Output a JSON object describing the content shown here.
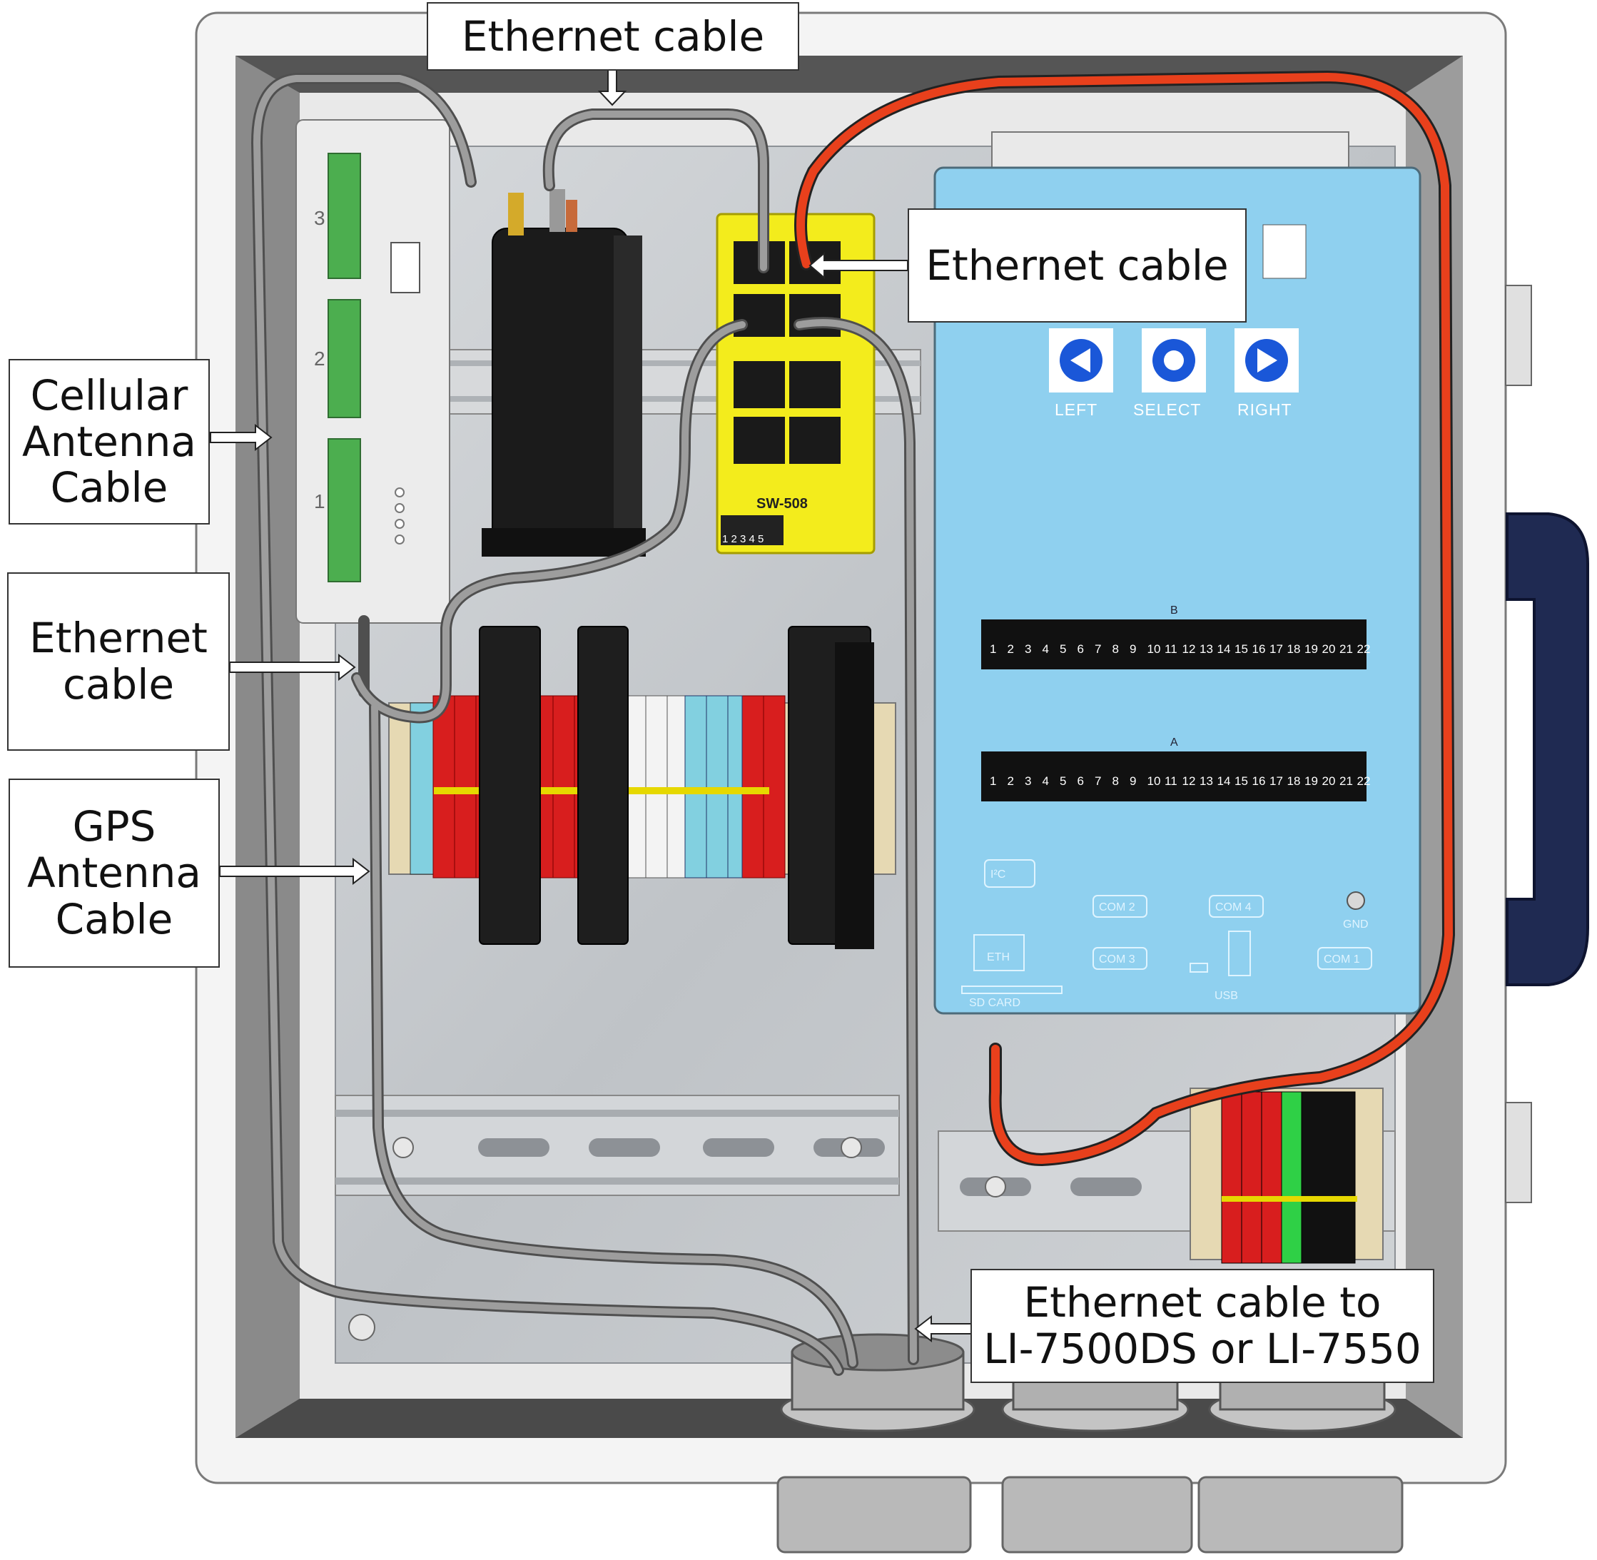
{
  "callouts": {
    "top": [
      "Ethernet cable"
    ],
    "right_switch": [
      "Ethernet cable"
    ],
    "cellular": [
      "Cellular",
      "Antenna",
      "Cable"
    ],
    "ethernet_left": [
      "Ethernet",
      "cable"
    ],
    "gps": [
      "GPS",
      "Antenna",
      "Cable"
    ],
    "bottom": [
      "Ethernet cable to",
      "LI-7500DS or LI-7550"
    ]
  },
  "switch": {
    "model": "SW-508",
    "dip_labels": "1 2 3 4 5"
  },
  "datalogger": {
    "buttons": {
      "left": "LEFT",
      "select": "SELECT",
      "right": "RIGHT"
    },
    "row_b_label": "B",
    "row_a_label": "A",
    "terminal_numbers": [
      "1",
      "2",
      "3",
      "4",
      "5",
      "6",
      "7",
      "8",
      "9",
      "10",
      "11",
      "12",
      "13",
      "14",
      "15",
      "16",
      "17",
      "18",
      "19",
      "20",
      "21",
      "22"
    ],
    "ports": {
      "i2c": "I²C",
      "com1": "COM 1",
      "com2": "COM 2",
      "com3": "COM 3",
      "com4": "COM 4",
      "eth": "ETH",
      "usb": "USB",
      "sd_card": "SD CARD",
      "gnd": "GND"
    }
  },
  "module_numbers": [
    "3",
    "2",
    "1"
  ],
  "colors": {
    "enclosure": "#f2f2f2",
    "panel": "#c9ccd0",
    "datalogger": "#8fd0ef",
    "switch": "#f3ec1c",
    "handle": "#1f2a52",
    "red_cable": "#e8401c",
    "gray_cable": "#8a8a8a",
    "terminal_red": "#d81e1e",
    "terminal_blue": "#82d0e0"
  }
}
